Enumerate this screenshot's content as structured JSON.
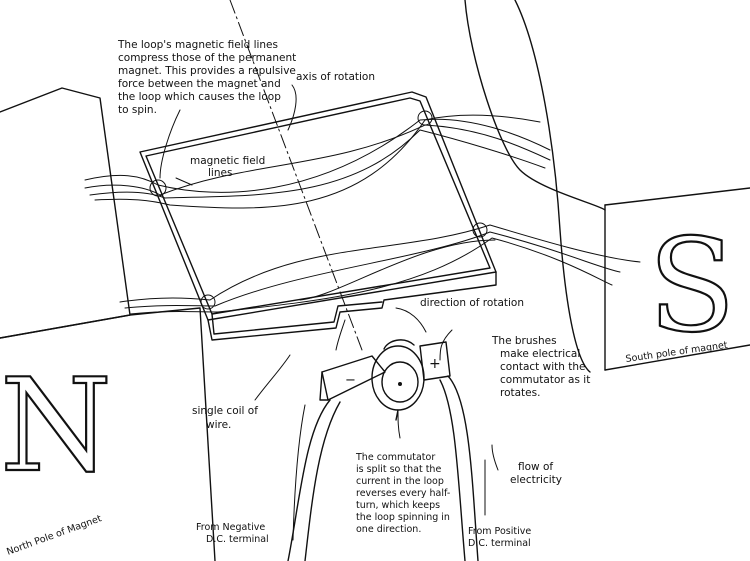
{
  "annotations": {
    "loop_field_note": [
      "The loop's magnetic field lines",
      "compress those of the permanent",
      "magnet. This provides a repulsive",
      "force between the magnet and",
      "the loop which causes the loop",
      "to spin."
    ],
    "axis_of_rotation": "axis of rotation",
    "magnetic_field_lines": [
      "magnetic field",
      "lines"
    ],
    "direction_of_rotation": "direction of rotation",
    "brushes_note": [
      "The brushes",
      "make electrical",
      "contact with the",
      "commutator as it",
      "rotates."
    ],
    "brushes_word": "brushes",
    "single_coil": [
      "single coil of",
      "wire."
    ],
    "commutator_note": [
      "The commutator",
      "is split so that the",
      "current in the loop",
      "reverses every half-",
      "turn, which keeps",
      "the loop spinning in",
      "one direction."
    ],
    "commutator_word": "commutator",
    "flow_of_electricity": [
      "flow of",
      "electricity"
    ],
    "from_negative": [
      "From Negative",
      "D.C. terminal"
    ],
    "from_positive": [
      "From Positive",
      "D.C. terminal"
    ],
    "south_pole": "South pole of magnet",
    "north_pole": "North Pole of Magnet"
  },
  "magnets": {
    "north_letter": "N",
    "south_letter": "S"
  },
  "brush_signs": {
    "negative": "−",
    "positive": "+"
  },
  "colors": {
    "ink": "#111111",
    "paper": "#ffffff"
  }
}
